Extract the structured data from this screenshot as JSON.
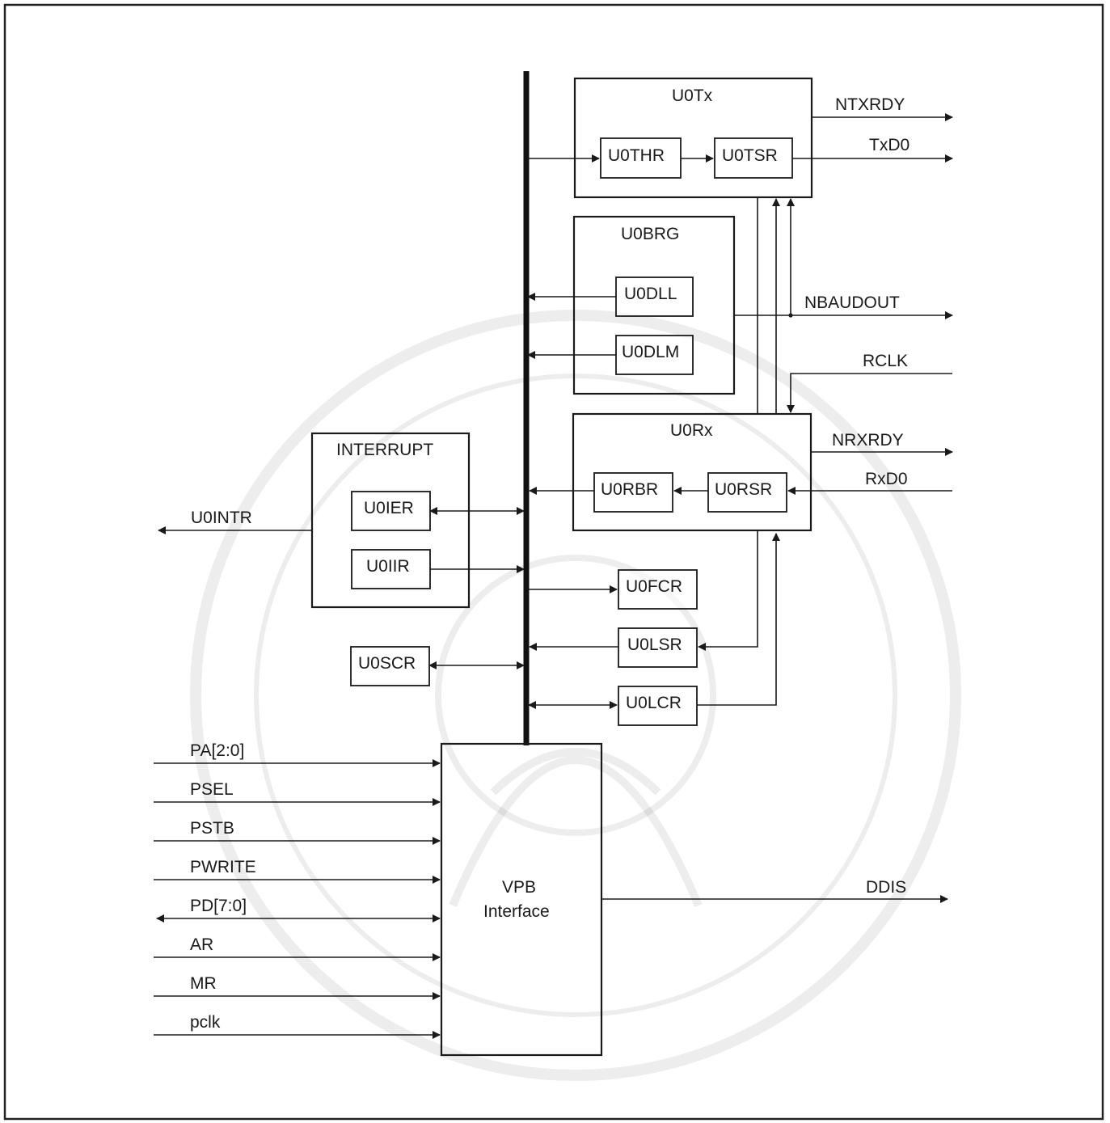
{
  "blocks": {
    "u0tx": "U0Tx",
    "u0brg": "U0BRG",
    "u0rx": "U0Rx",
    "interrupt": "INTERRUPT",
    "vpb_line1": "VPB",
    "vpb_line2": "Interface"
  },
  "registers": {
    "u0thr": "U0THR",
    "u0tsr": "U0TSR",
    "u0dll": "U0DLL",
    "u0dlm": "U0DLM",
    "u0rbr": "U0RBR",
    "u0rsr": "U0RSR",
    "u0ier": "U0IER",
    "u0iir": "U0IIR",
    "u0scr": "U0SCR",
    "u0fcr": "U0FCR",
    "u0lsr": "U0LSR",
    "u0lcr": "U0LCR"
  },
  "signals": {
    "ntxrdy": "NTXRDY",
    "txd0": "TxD0",
    "nbaudout": "NBAUDOUT",
    "rclk": "RCLK",
    "nrxrdy": "NRXRDY",
    "rxd0": "RxD0",
    "u0intr": "U0INTR",
    "ddis": "DDIS",
    "pa": "PA[2:0]",
    "psel": "PSEL",
    "pstb": "PSTB",
    "pwrite": "PWRITE",
    "pd": "PD[7:0]",
    "ar": "AR",
    "mr": "MR",
    "pclk": "pclk"
  }
}
